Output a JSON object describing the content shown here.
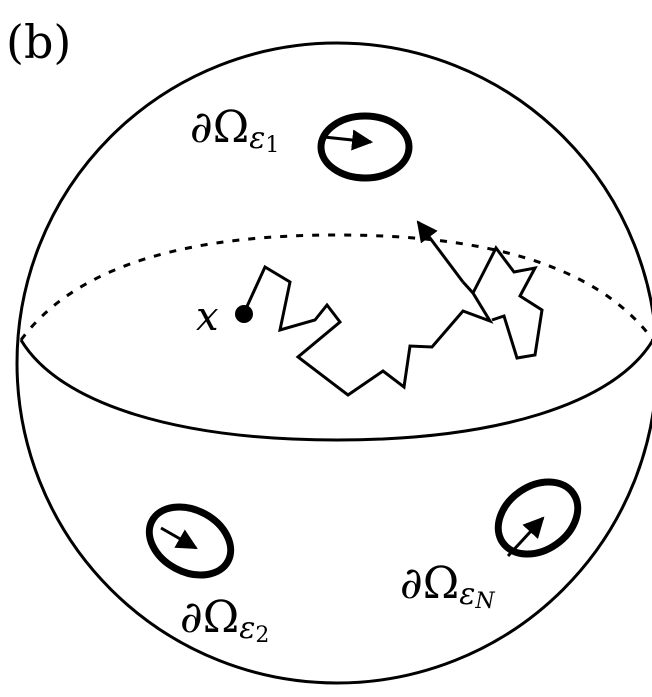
{
  "panel_label": "(b)",
  "start_point": {
    "symbol": "x"
  },
  "boundaries": [
    {
      "id": "eps1",
      "main": "∂Ω",
      "sub": "ε",
      "subsub": "1"
    },
    {
      "id": "eps2",
      "main": "∂Ω",
      "sub": "ε",
      "subsub": "2"
    },
    {
      "id": "epsN",
      "main": "∂Ω",
      "sub": "ε",
      "subsub": "N"
    }
  ],
  "colors": {
    "ink": "#000000",
    "background": "#ffffff"
  }
}
